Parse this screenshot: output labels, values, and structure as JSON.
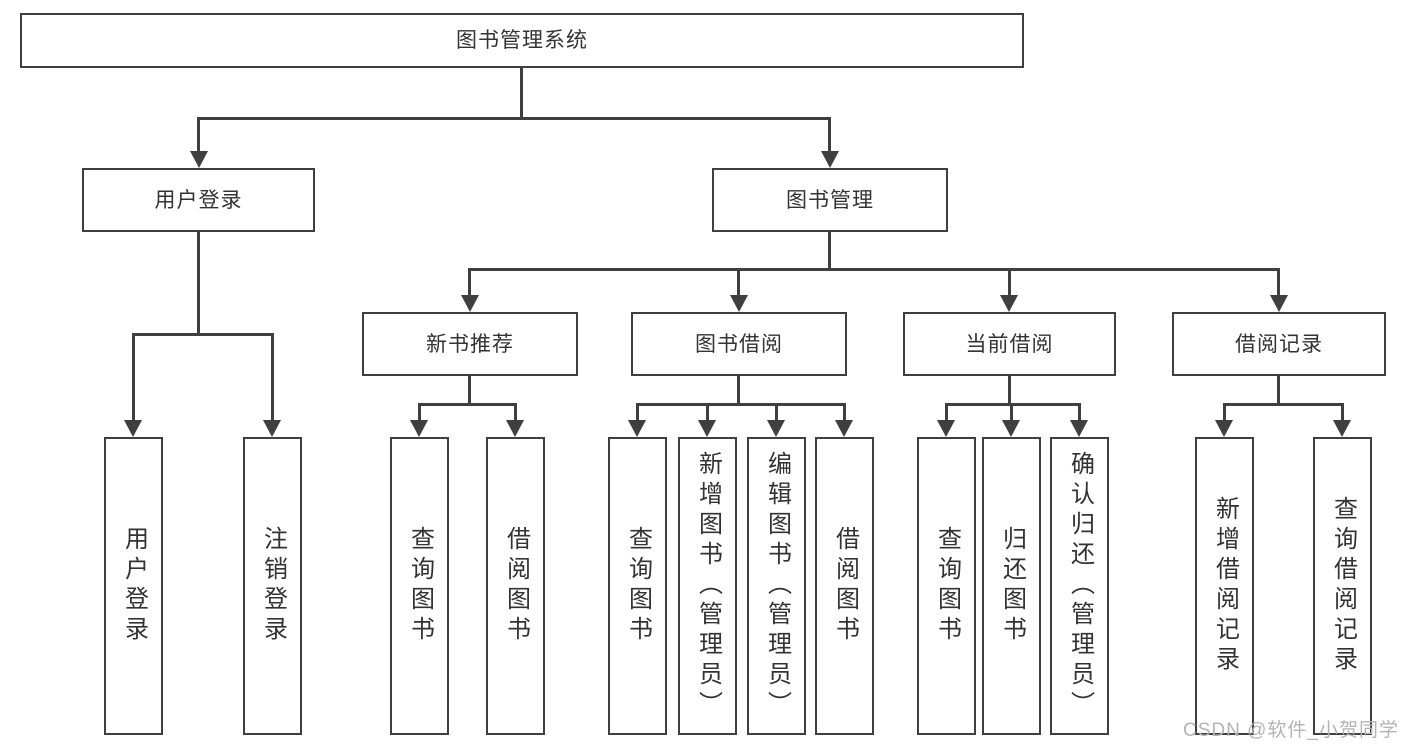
{
  "diagram": {
    "type": "hierarchy-tree",
    "root": {
      "label": "图书管理系统",
      "children": [
        {
          "label": "用户登录",
          "children": [
            {
              "label": "用户登录"
            },
            {
              "label": "注销登录"
            }
          ]
        },
        {
          "label": "图书管理",
          "children": [
            {
              "label": "新书推荐",
              "children": [
                {
                  "label": "查询图书"
                },
                {
                  "label": "借阅图书"
                }
              ]
            },
            {
              "label": "图书借阅",
              "children": [
                {
                  "label": "查询图书"
                },
                {
                  "label": "新增图书（管理员）"
                },
                {
                  "label": "编辑图书（管理员）"
                },
                {
                  "label": "借阅图书"
                }
              ]
            },
            {
              "label": "当前借阅",
              "children": [
                {
                  "label": "查询图书"
                },
                {
                  "label": "归还图书"
                },
                {
                  "label": "确认归还（管理员）"
                }
              ]
            },
            {
              "label": "借阅记录",
              "children": [
                {
                  "label": "新增借阅记录"
                },
                {
                  "label": "查询借阅记录"
                }
              ]
            }
          ]
        }
      ]
    },
    "colors": {
      "line": "#3f3f3f",
      "text": "#333333",
      "box_background": "#ffffff",
      "watermark": "#b3b3b3"
    },
    "watermark": {
      "text": "CSDN @软件_小贺同学"
    }
  }
}
